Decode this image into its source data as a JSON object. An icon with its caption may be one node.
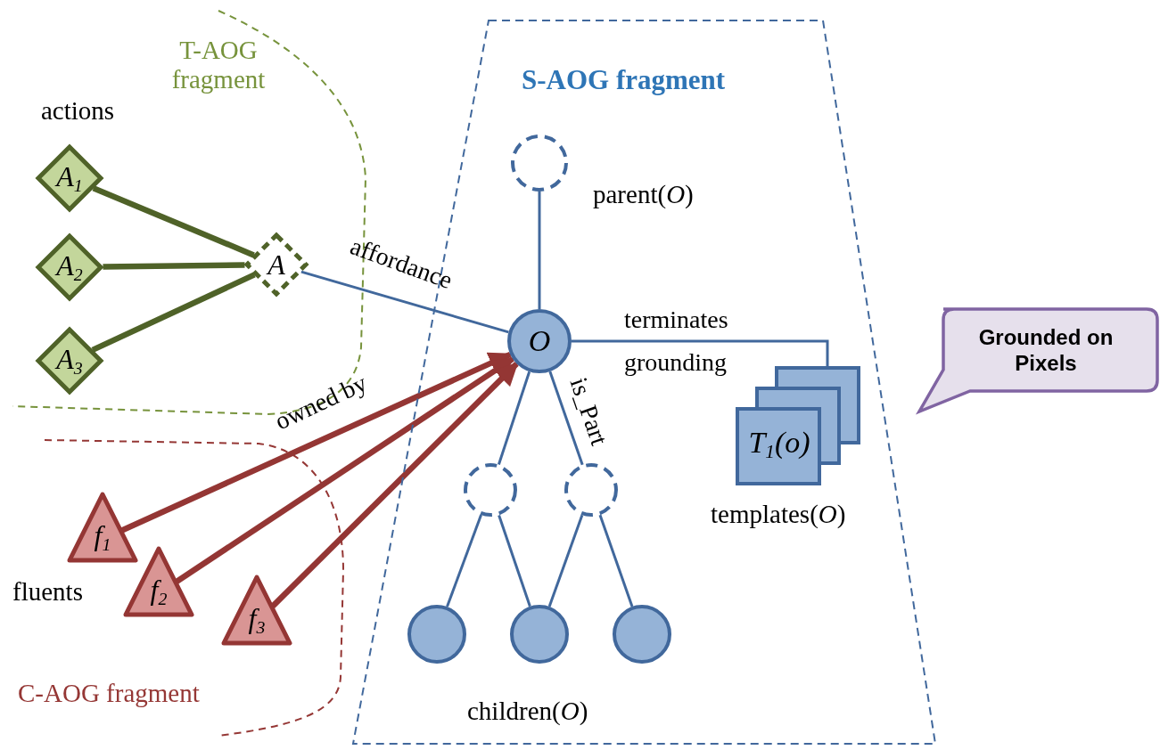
{
  "diagram": {
    "nodes": [
      {
        "text": [
          "S-AOG fragment"
        ]
      },
      {
        "text": [
          "A$_{1}$"
        ]
      },
      {
        "text": [
          "A$_{2}$"
        ]
      },
      {
        "text": [
          "A$_{3}$"
        ]
      },
      {
        "text": [
          "A"
        ]
      },
      {
        "text": [],
        "shape": "circle",
        "in": 0,
        "beside": [
          "parent(*O*)"
        ]
      },
      {
        "text": [
          "O"
        ],
        "in": 0
      },
      {
        "text": [],
        "shape": "circle",
        "in": 0
      },
      {
        "text": [],
        "shape": "circle",
        "in": 0
      },
      {
        "text": [],
        "shape": "circle",
        "in": 0
      },
      {
        "text": [],
        "shape": "circle",
        "in": 0
      },
      {
        "text": [],
        "shape": "circle",
        "in": 0
      },
      {
        "text": [
          "T$_{1}$(o)"
        ],
        "in": 0,
        "beside": [
          "templates(*O*)"
        ]
      },
      {
        "text": [
          "Grounded on Pixels"
        ]
      },
      {
        "text": [
          "f$_{1}$"
        ]
      },
      {
        "text": [
          "f$_{2}$"
        ]
      },
      {
        "text": [
          "f$_{3}$"
        ]
      }
    ],
    "edges": [
      {
        "from": 1,
        "to": 4,
        "arrow": "none",
        "style": "thick",
        "color": "#4f6228"
      },
      {
        "from": 2,
        "to": 4,
        "arrow": "none",
        "style": "thick",
        "color": "#4f6228"
      },
      {
        "from": 3,
        "to": 4,
        "arrow": "none",
        "style": "thick",
        "color": "#4f6228"
      },
      {
        "from": 4,
        "to": 6,
        "arrow": "none",
        "label": "affordance"
      },
      {
        "from": 5,
        "to": 6,
        "arrow": "none"
      },
      {
        "from": 14,
        "to": 6,
        "arrow": "to",
        "style": "thick",
        "color": "#943634",
        "label": "owned by"
      },
      {
        "from": 15,
        "to": 6,
        "arrow": "to",
        "style": "thick",
        "color": "#943634"
      },
      {
        "from": 16,
        "to": 6,
        "arrow": "to",
        "style": "thick",
        "color": "#943634"
      },
      {
        "from": 6,
        "to": 12,
        "arrow": "none",
        "label": "terminates grounding"
      },
      {
        "from": 6,
        "to": 7,
        "arrow": "none"
      },
      {
        "from": 6,
        "to": 8,
        "arrow": "none",
        "label": "is_Part"
      },
      {
        "from": 7,
        "to": 9,
        "arrow": "none"
      },
      {
        "from": 7,
        "to": 10,
        "arrow": "none"
      },
      {
        "from": 8,
        "to": 10,
        "arrow": "none"
      },
      {
        "from": 8,
        "to": 11,
        "arrow": "none"
      }
    ],
    "labels": [
      "T-AOG fragment",
      "actions",
      "fluents",
      "C-AOG fragment",
      "children(*O*)"
    ]
  }
}
